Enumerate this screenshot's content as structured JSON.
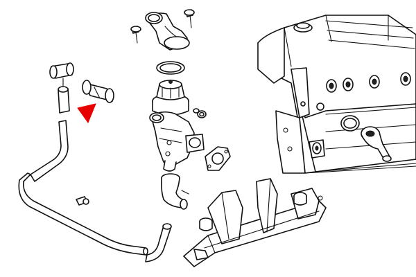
{
  "diagram": {
    "type": "exploded-parts-diagram",
    "text_labels": [],
    "parts": [
      {
        "name": "coolant-hose-upper-small",
        "icon": "short-hose"
      },
      {
        "name": "coolant-hose-highlighted",
        "icon": "short-hose"
      },
      {
        "name": "coolant-pipe-long",
        "icon": "bent-pipe"
      },
      {
        "name": "thermostat-housing-cover",
        "icon": "elbow-housing"
      },
      {
        "name": "mounting-bolts",
        "icon": "bolt"
      },
      {
        "name": "o-ring-seal",
        "icon": "ring"
      },
      {
        "name": "thermostat",
        "icon": "thermostat"
      },
      {
        "name": "thermostat-housing-lower",
        "icon": "housing"
      },
      {
        "name": "housing-gasket",
        "icon": "flat-gasket"
      },
      {
        "name": "elbow-hose",
        "icon": "elbow-hose"
      },
      {
        "name": "engine-block",
        "icon": "engine"
      },
      {
        "name": "crossmember-bracket",
        "icon": "bracket"
      },
      {
        "name": "outlet-fitting",
        "icon": "pipe-fitting"
      },
      {
        "name": "sealing-ring",
        "icon": "ring"
      }
    ],
    "pointer": {
      "icon": "arrow-pointer",
      "color": "#e60000",
      "target": "coolant-hose-highlighted"
    }
  }
}
